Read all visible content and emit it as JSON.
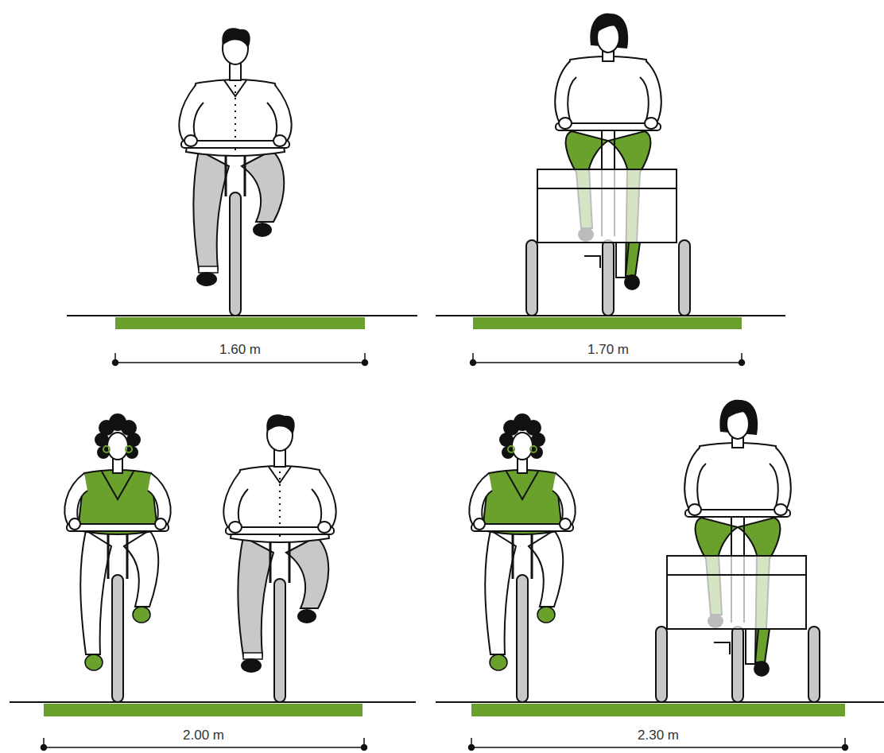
{
  "diagram": {
    "labels": [
      "1.60 m",
      "1.70 m",
      "2.00 m",
      "2.30 m"
    ]
  }
}
